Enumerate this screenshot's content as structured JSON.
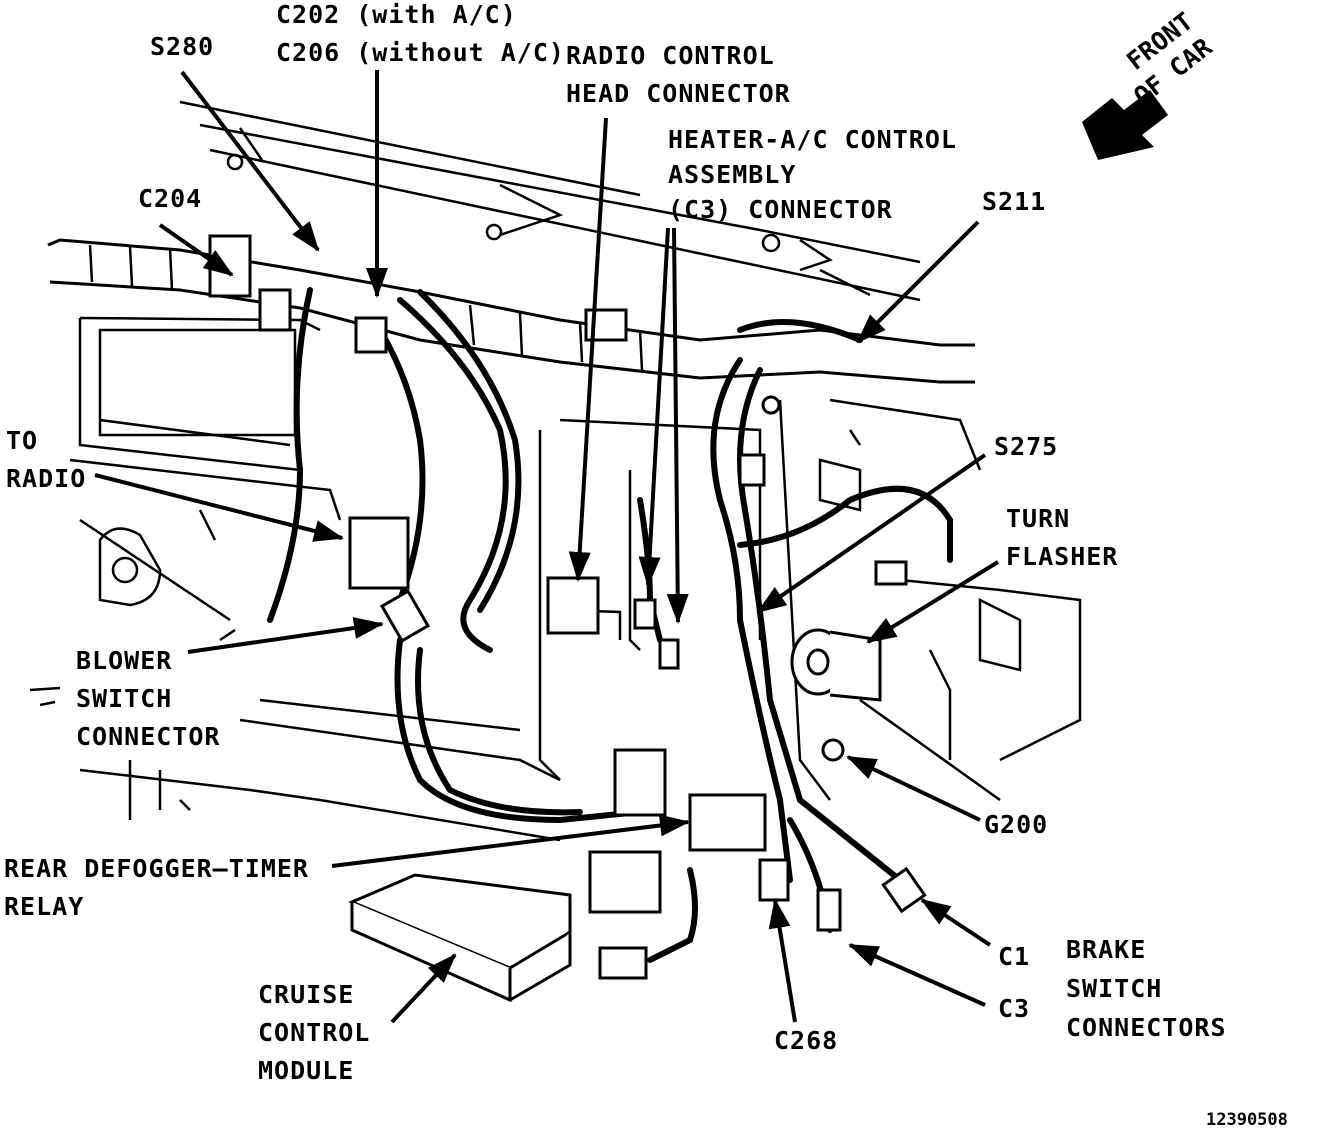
{
  "labels": {
    "s280": "S280",
    "c202": "C202 (with A/C)",
    "c206": "C206 (without A/C)",
    "radio_control_1": "RADIO CONTROL",
    "radio_control_2": "HEAD CONNECTOR",
    "heater_1": "HEATER-A/C CONTROL",
    "heater_2": "ASSEMBLY",
    "heater_3": "(C3) CONNECTOR",
    "c204": "C204",
    "s211": "S211",
    "front_1": "FRONT",
    "front_2": "OF CAR",
    "to_radio_1": "TO",
    "to_radio_2": "RADIO",
    "s275": "S275",
    "turn_flasher_1": "TURN",
    "turn_flasher_2": "FLASHER",
    "blower_1": "BLOWER",
    "blower_2": "SWITCH",
    "blower_3": "CONNECTOR",
    "g200": "G200",
    "rear_defogger_1": "REAR DEFOGGER–TIMER",
    "rear_defogger_2": "RELAY",
    "c1": "C1",
    "brake_1": "BRAKE",
    "brake_2": "SWITCH",
    "brake_3": "CONNECTORS",
    "c3": "C3",
    "c268": "C268",
    "cruise_1": "CRUISE",
    "cruise_2": "CONTROL",
    "cruise_3": "MODULE",
    "figure_number": "12390508"
  }
}
